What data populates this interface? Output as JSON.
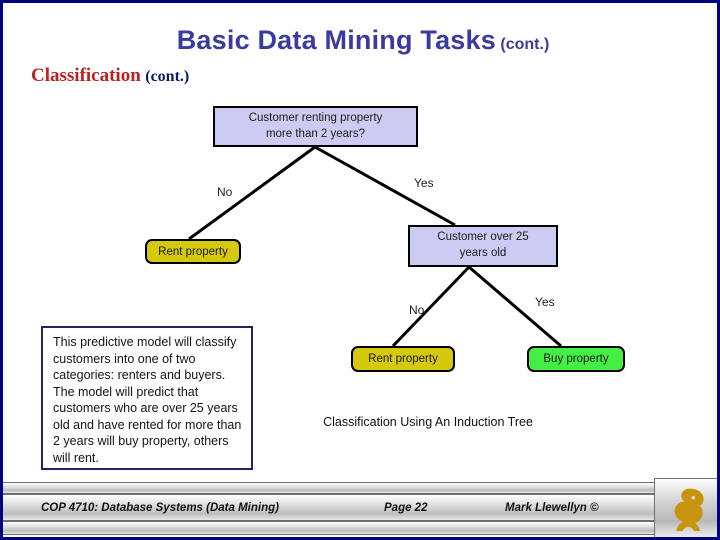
{
  "slide": {
    "border_color": "#000080",
    "background": "#ffffff"
  },
  "title": {
    "main": "Basic Data Mining Tasks",
    "cont": "(cont.)",
    "color": "#3b3b9e"
  },
  "subtitle": {
    "word": "Classification",
    "cont": "(cont.)",
    "word_color": "#bb2222",
    "cont_color": "#0b1a5e"
  },
  "tree": {
    "nodes": [
      {
        "id": "root",
        "kind": "decision",
        "line1": "Customer renting property",
        "line2": "more than 2 years?",
        "fill": "#ccccf2"
      },
      {
        "id": "age",
        "kind": "decision",
        "line1": "Customer over 25",
        "line2": "years old",
        "fill": "#ccccf2"
      },
      {
        "id": "rent-1",
        "kind": "leaf",
        "label": "Rent property",
        "fill": "#d4c90d"
      },
      {
        "id": "rent-2",
        "kind": "leaf",
        "label": "Rent property",
        "fill": "#d4c90d"
      },
      {
        "id": "buy",
        "kind": "leaf",
        "label": "Buy property",
        "fill": "#44ee44"
      }
    ],
    "edge_labels": {
      "no_1": "No",
      "yes_1": "Yes",
      "no_2": "No",
      "yes_2": "Yes"
    }
  },
  "note": {
    "text": "This predictive model will classify customers into one of two categories: renters and buyers.  The model will predict that customers who are over 25 years old and have rented for more than 2 years will buy property, others will rent.",
    "border_color": "#222266"
  },
  "caption": {
    "text": "Classification Using An Induction Tree"
  },
  "footer": {
    "course": "COP 4710: Database Systems  (Data Mining)",
    "page": "Page 22",
    "author": "Mark Llewellyn ©",
    "logo_name": "ucf-pegasus-logo",
    "logo_color": "#c8940e"
  }
}
